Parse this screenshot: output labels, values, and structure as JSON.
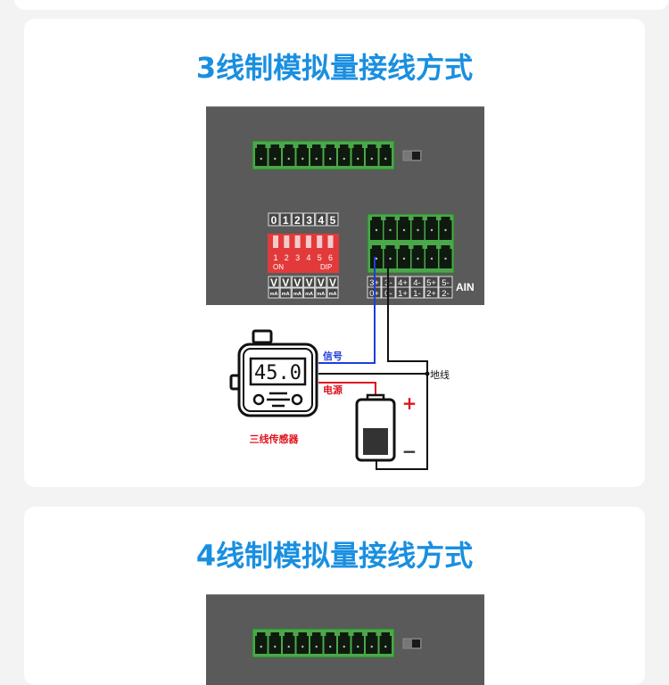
{
  "sections": [
    {
      "title": "3线制模拟量接线方式",
      "dip_numbers": [
        "0",
        "1",
        "2",
        "3",
        "4",
        "5"
      ],
      "dip_switch_labels": [
        "1",
        "2",
        "3",
        "4",
        "5",
        "6"
      ],
      "dip_on_label": "ON",
      "dip_label": "DIP",
      "mode_top": [
        "V",
        "V",
        "V",
        "V",
        "V",
        "V"
      ],
      "mode_bottom": [
        "mA",
        "mA",
        "mA",
        "mA",
        "mA",
        "mA"
      ],
      "ain_top": [
        "3+",
        "3-",
        "4+",
        "4-",
        "5+",
        "5-"
      ],
      "ain_bottom": [
        "0+",
        "0-",
        "1+",
        "1-",
        "2+",
        "2-"
      ],
      "ain_label": "AIN",
      "sensor_display": "45.0",
      "sensor_label": "三线传感器",
      "signal_label": "信号",
      "power_label": "电源",
      "ground_label": "地线",
      "plus_sign": "+",
      "minus_sign": "−"
    },
    {
      "title": "4线制模拟量接线方式"
    }
  ],
  "colors": {
    "title": "#1a8fe0",
    "signal_wire": "#1f3fd6",
    "power_wire": "#e0141e",
    "ground_wire": "#111111",
    "terminal_green": "#4aa84a",
    "dip_red": "#e23a3a"
  }
}
